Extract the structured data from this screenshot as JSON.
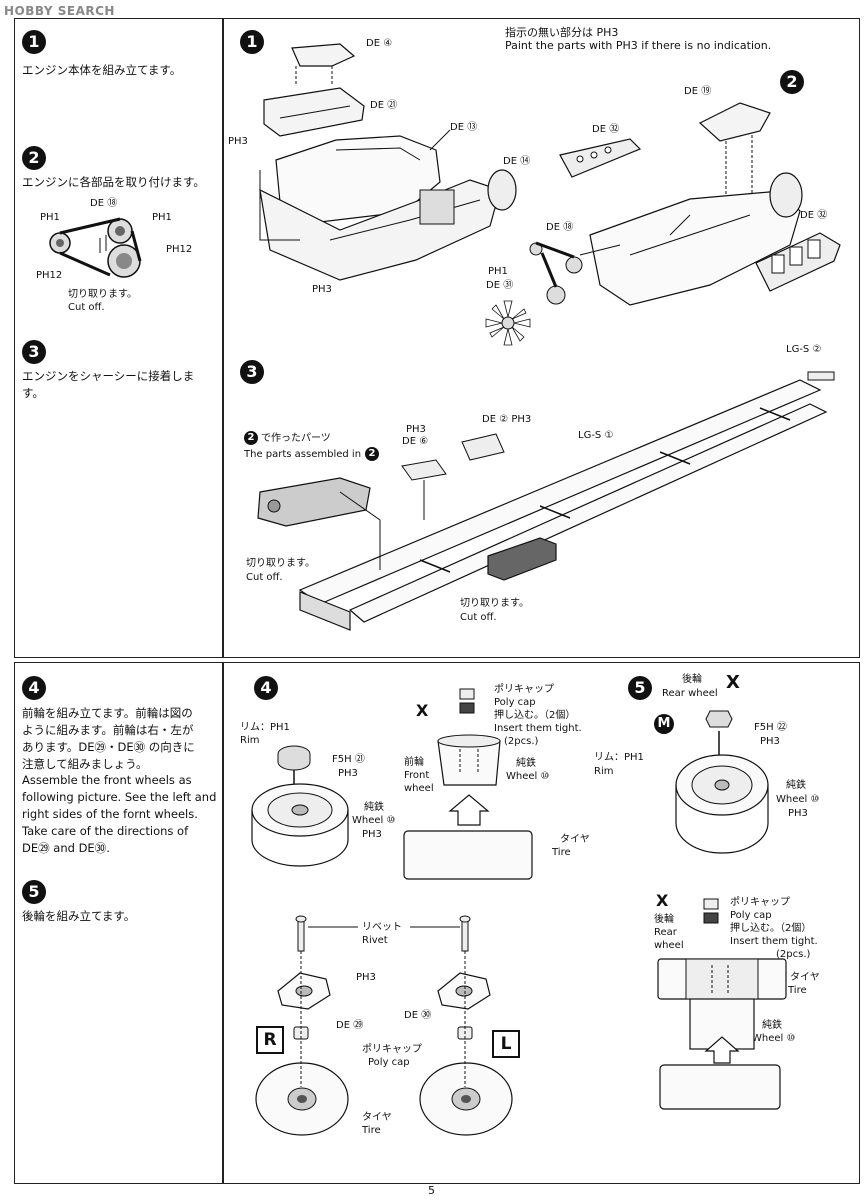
{
  "watermark": "HOBBY SEARCH",
  "page_number": "5",
  "left_column": {
    "steps": [
      {
        "num": "1",
        "jp": "エンジン本体を組み立てます。"
      },
      {
        "num": "2",
        "jp": "エンジンに各部品を取り付けます。"
      },
      {
        "num": "3",
        "jp_line1": "エンジンをシャーシーに接着しま",
        "jp_line2": "す。"
      },
      {
        "num": "4",
        "jp_line1": "前輪を組み立てます。前輪は図の",
        "jp_line2": "ように組みます。前輪は右・左が",
        "jp_line3": "あります。DE㉙・DE㉚ の向きに",
        "jp_line4": "注意して組みましょう。",
        "en_line1": "Assemble the front wheels as",
        "en_line2": "following picture. See the left and",
        "en_line3": "right sides of the fornt wheels.",
        "en_line4": "Take care of the directions of",
        "en_line5": "DE㉙ and DE㉚."
      },
      {
        "num": "5",
        "jp": "後輪を組み立てます。"
      }
    ],
    "belt_diagram": {
      "de18": "DE ⑱",
      "ph1_left": "PH1",
      "ph1_right": "PH1",
      "ph12_left": "PH12",
      "ph12_right": "PH12",
      "cut_jp": "切り取ります。",
      "cut_en": "Cut off."
    }
  },
  "panel1": {
    "note_jp": "指示の無い部分は PH3",
    "note_en": "Paint the parts with PH3 if there is no indication.",
    "labels": {
      "de4": "DE ④",
      "de21": "DE ㉑",
      "de13": "DE ⑬",
      "de14": "DE ⑭",
      "ph3_a": "PH3",
      "ph3_b": "PH3",
      "de19": "DE ⑲",
      "de32_a": "DE ㉜",
      "de32_b": "DE ㉜",
      "de18": "DE ⑱",
      "ph1": "PH1",
      "de31": "DE ㉛"
    }
  },
  "panel3": {
    "labels": {
      "lgs2": "LG-S ②",
      "lgs1": "LG-S ①",
      "ph3": "PH3",
      "de6": "DE ⑥",
      "de2_ph3": "DE ② PH3",
      "parts_jp": "で作ったパーツ",
      "parts_en": "The parts assembled in",
      "cut_left_jp": "切り取ります。",
      "cut_left_en": "Cut off.",
      "cut_right_jp": "切り取ります。",
      "cut_right_en": "Cut off."
    }
  },
  "panel4": {
    "labels": {
      "rim_jp": "リム：PH1",
      "rim_en": "Rim",
      "f5h": "F5H ㉑",
      "ph3_a": "PH3",
      "wheel_jp": "純鉄",
      "wheel_en": "Wheel ⑩",
      "ph3_b": "PH3",
      "x_mark": "X",
      "polycap_jp": "ポリキャップ",
      "polycap_en": "Poly cap",
      "push_jp": "押し込む。（2個）",
      "push_en": "Insert them tight.",
      "pcs": "(2pcs.)",
      "front_jp": "前輪",
      "front_en1": "Front",
      "front_en2": "wheel",
      "wheel2_jp": "純鉄",
      "wheel2_en": "Wheel ⑩",
      "tire_jp": "タイヤ",
      "tire_en": "Tire",
      "rivet_jp": "リベット",
      "rivet_en": "Rivet",
      "ph3_c": "PH3",
      "de29": "DE ㉙",
      "de30": "DE ㉚",
      "box_r": "R",
      "box_l": "L",
      "polycap2_jp": "ポリキャップ",
      "polycap2_en": "Poly cap",
      "tire2_jp": "タイヤ",
      "tire2_en": "Tire"
    }
  },
  "panel5": {
    "labels": {
      "rear_jp": "後輪",
      "rear_en": "Rear wheel",
      "x_mark": "X",
      "m_mark": "M",
      "f5h": "F5H ㉒",
      "ph3_a": "PH3",
      "rim_jp": "リム：PH1",
      "rim_en": "Rim",
      "wheel_jp": "純鉄",
      "wheel_en": "Wheel ⑩",
      "ph3_b": "PH3",
      "x_mark2": "X",
      "rear2_jp": "後輪",
      "rear2_en1": "Rear",
      "rear2_en2": "wheel",
      "polycap_jp": "ポリキャップ",
      "polycap_en": "Poly cap",
      "push_jp": "押し込む。（2個）",
      "push_en": "Insert them tight.",
      "pcs": "(2pcs.)",
      "tire_jp": "タイヤ",
      "tire_en": "Tire",
      "wheel2_jp": "純鉄",
      "wheel2_en": "Wheel ⑩"
    }
  }
}
